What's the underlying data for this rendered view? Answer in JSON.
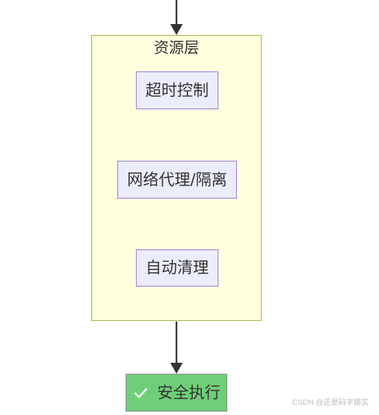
{
  "diagram": {
    "subgraph": {
      "title": "资源层",
      "nodes": [
        {
          "label": "超时控制"
        },
        {
          "label": "网络代理/隔离"
        },
        {
          "label": "自动清理"
        }
      ]
    },
    "result": {
      "label": "安全执行",
      "icon": "check-icon"
    }
  },
  "watermark": {
    "text": "CSDN @还是码字踏实"
  },
  "colors": {
    "edge": "#333333",
    "subgraph_fill": "#ffffde",
    "subgraph_border": "#aaaa33",
    "node_fill": "#ececff",
    "node_border": "#9370db",
    "result_fill": "#6fcf78",
    "watermark": "#bdbdbd"
  }
}
